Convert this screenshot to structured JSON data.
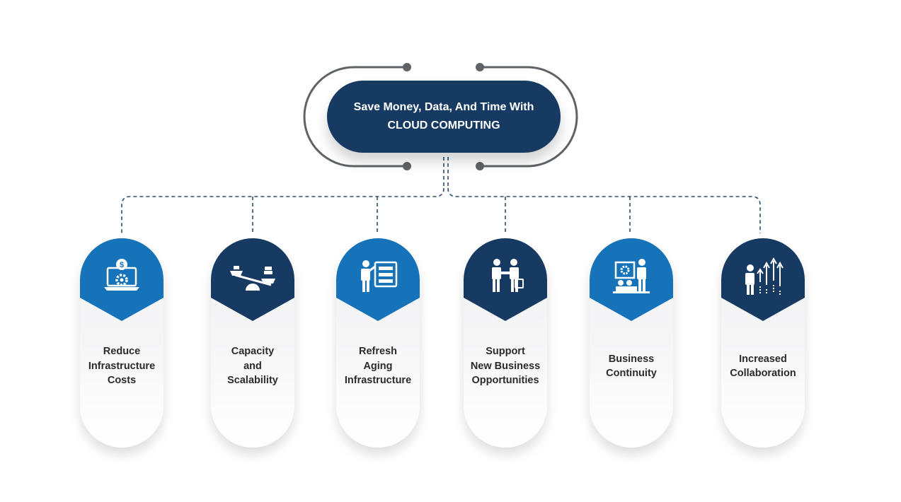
{
  "hub": {
    "line1": "Save Money, Data, And Time With",
    "line2": "CLOUD COMPUTING"
  },
  "colors": {
    "navy": "#163a62",
    "blue": "#1672b9",
    "connector": "#5f6266",
    "dash": "#2a4e72",
    "text": "#2b2b2b"
  },
  "benefits": [
    {
      "lines": [
        "Reduce",
        "Infrastructure",
        "Costs"
      ],
      "icon": "laptop-dollar-gear-icon",
      "color": "blue"
    },
    {
      "lines": [
        "Capacity",
        "and",
        "Scalability"
      ],
      "icon": "balance-scale-icon",
      "color": "navy"
    },
    {
      "lines": [
        "Refresh",
        "Aging",
        "Infrastructure"
      ],
      "icon": "presenter-server-icon",
      "color": "blue"
    },
    {
      "lines": [
        "Support",
        "New Business",
        "Opportunities"
      ],
      "icon": "handshake-icon",
      "color": "navy"
    },
    {
      "lines": [
        "Business",
        "Continuity"
      ],
      "icon": "meeting-presentation-icon",
      "color": "blue"
    },
    {
      "lines": [
        "Increased",
        "Collaboration"
      ],
      "icon": "person-growth-arrows-icon",
      "color": "navy"
    }
  ]
}
